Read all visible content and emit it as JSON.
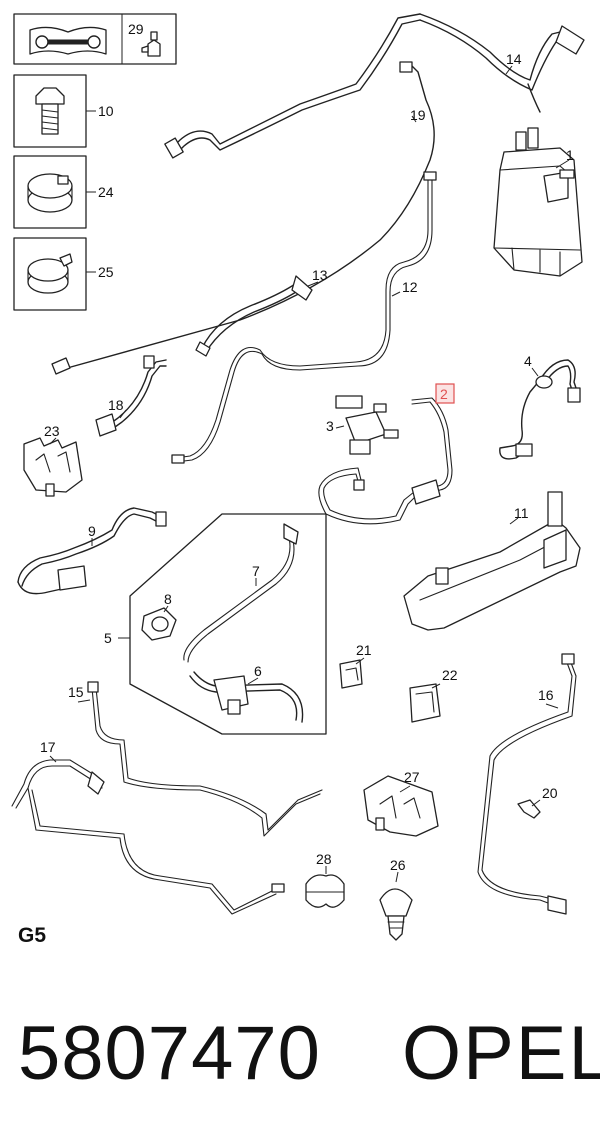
{
  "callouts": {
    "c1": "1",
    "c2": "2",
    "c3": "3",
    "c4": "4",
    "c5": "5",
    "c6": "6",
    "c7": "7",
    "c8": "8",
    "c9": "9",
    "c10": "10",
    "c11": "11",
    "c12": "12",
    "c13": "13",
    "c14": "14",
    "c15": "15",
    "c16": "16",
    "c17": "17",
    "c18": "18",
    "c19": "19",
    "c20": "20",
    "c21": "21",
    "c22": "22",
    "c23": "23",
    "c24": "24",
    "c25": "25",
    "c26": "26",
    "c27": "27",
    "c28": "28",
    "c29": "29"
  },
  "highlight_color": "#e05050",
  "section_code": "G5",
  "footer": {
    "part_number": "5807470",
    "brand": "OPEL"
  }
}
